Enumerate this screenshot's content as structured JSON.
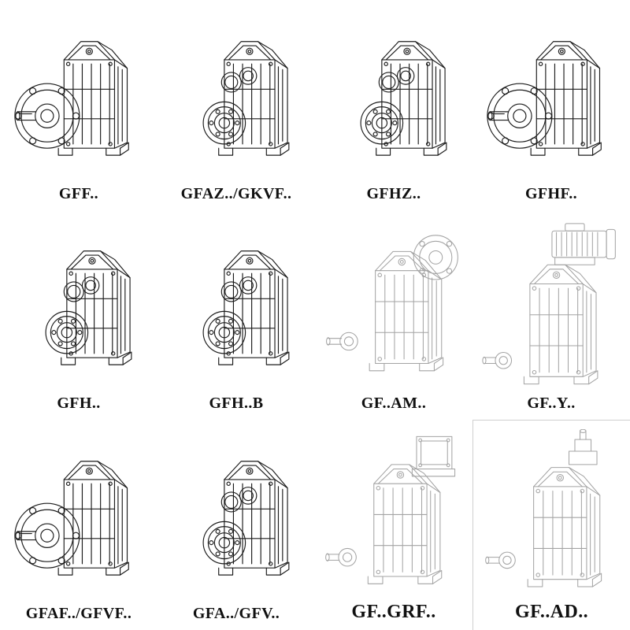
{
  "page": {
    "background": "#ffffff",
    "ink_color": "#1c1c1c",
    "ghost_ink_color": "#a3a3a3",
    "label_color": "#111111"
  },
  "catalog": {
    "rows": 3,
    "cols": 4,
    "items": [
      {
        "label": "GFF..",
        "drawing": "flange-output-gearbox-icon",
        "ghost": false
      },
      {
        "label": "GFAZ../GKVF..",
        "drawing": "hollow-bore-gearbox-icon",
        "ghost": false
      },
      {
        "label": "GFHZ..",
        "drawing": "hollow-bore-gearbox-icon",
        "ghost": false
      },
      {
        "label": "GFHF..",
        "drawing": "flange-output-gearbox-icon",
        "ghost": false
      },
      {
        "label": "GFH..",
        "drawing": "hollow-bore-gearbox-icon",
        "ghost": false
      },
      {
        "label": "GFH..B",
        "drawing": "hollow-bore-gearbox-icon",
        "ghost": false
      },
      {
        "label": "GF..AM..",
        "drawing": "motor-adapter-flange-gearbox-icon",
        "ghost": true
      },
      {
        "label": "GF..Y..",
        "drawing": "motor-mounted-gearbox-icon",
        "ghost": true
      },
      {
        "label": "GFAF../GFVF..",
        "drawing": "flange-output-gearbox-icon",
        "ghost": false
      },
      {
        "label": "GFA../GFV..",
        "drawing": "hollow-bore-gearbox-icon",
        "ghost": false
      },
      {
        "label": "GF..GRF..",
        "drawing": "input-flange-block-gearbox-icon",
        "ghost": true
      },
      {
        "label": "GF..AD..",
        "drawing": "input-shaft-adapter-gearbox-icon",
        "ghost": true
      }
    ]
  }
}
